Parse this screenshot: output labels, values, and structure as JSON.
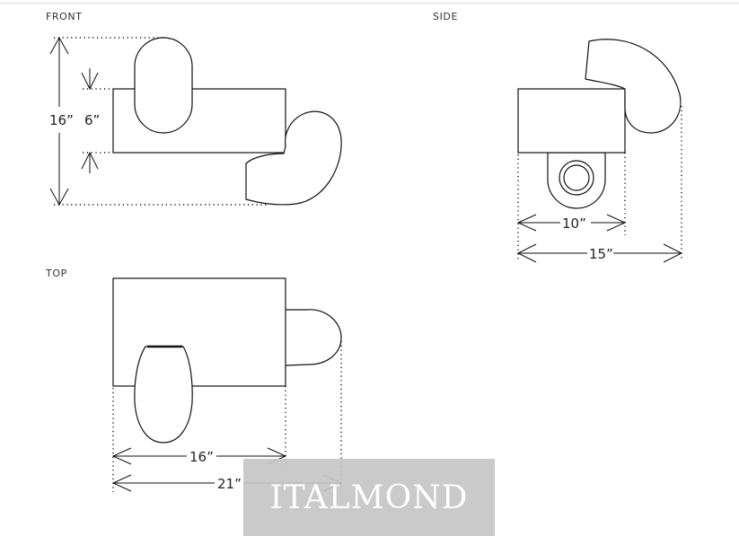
{
  "views": {
    "front": {
      "label": "FRONT",
      "height_dim": "16”",
      "seat_dim": "6”"
    },
    "side": {
      "label": "SIDE",
      "depth_dim": "10”",
      "total_dim": "15”"
    },
    "top": {
      "label": "TOP",
      "width_dim": "16”",
      "total_dim": "21”"
    }
  },
  "watermark": {
    "text": "ITALMOND"
  },
  "colors": {
    "line": "#111111",
    "watermark_bg": "#c6c6c6",
    "watermark_text": "#ffffff"
  }
}
